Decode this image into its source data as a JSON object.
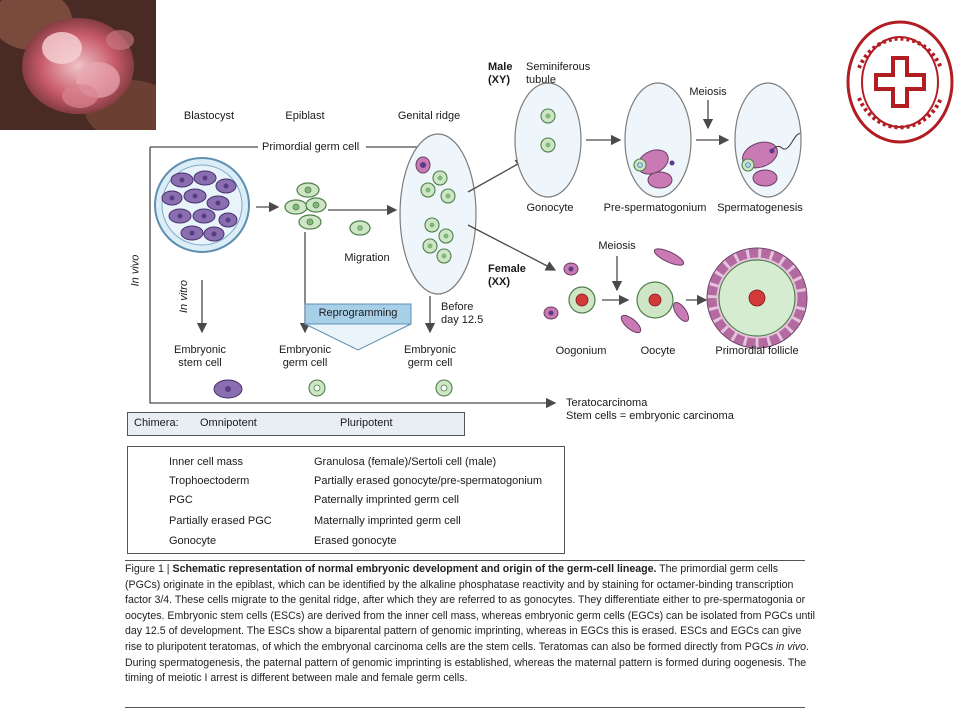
{
  "images": {
    "photo": "cancer-cell-micrograph",
    "logo": "hospital-seal-logo"
  },
  "stages": {
    "blastocyst": "Blastocyst",
    "epiblast": "Epiblast",
    "genital_ridge": "Genital ridge",
    "primordial_germ_cell": "Primordial germ cell",
    "migration": "Migration",
    "reprogramming": "Reprogramming",
    "before_day_line1": "Before",
    "before_day_line2": "day 12.5",
    "in_vivo": "In vivo",
    "in_vitro": "In vitro"
  },
  "stem_cells": {
    "esc_line1": "Embryonic",
    "esc_line2": "stem cell",
    "egc1_line1": "Embryonic",
    "egc1_line2": "germ cell",
    "egc2_line1": "Embryonic",
    "egc2_line2": "germ cell"
  },
  "male": {
    "label_line1": "Male",
    "label_line2": "(XY)",
    "tubule_line1": "Seminiferous",
    "tubule_line2": "tubule",
    "meiosis": "Meiosis",
    "gonocyte": "Gonocyte",
    "pre_spermatogonium": "Pre-spermatogonium",
    "spermatogenesis": "Spermatogenesis"
  },
  "female": {
    "label_line1": "Female",
    "label_line2": "(XX)",
    "meiosis": "Meiosis",
    "oogonium": "Oogonium",
    "oocyte": "Oocyte",
    "primordial_follicle": "Primordial follicle"
  },
  "teratocarcinoma": {
    "line1": "Teratocarcinoma",
    "line2": "Stem cells = embryonic carcinoma"
  },
  "chimera": {
    "label": "Chimera:",
    "omnipotent": "Omnipotent",
    "pluripotent": "Pluripotent"
  },
  "legend": {
    "inner_cell_mass": "Inner cell mass",
    "trophoectoderm": "Trophoectoderm",
    "pgc": "PGC",
    "partially_erased_pgc": "Partially erased PGC",
    "gonocyte": "Gonocyte",
    "granulosa": "Granulosa (female)/Sertoli cell (male)",
    "partially_erased_gonocyte": "Partially erased gonocyte/pre-spermatogonium",
    "paternally_imprinted": "Paternally imprinted germ cell",
    "maternally_imprinted": "Maternally imprinted germ cell",
    "erased_gonocyte": "Erased gonocyte"
  },
  "caption": {
    "figure_label": "Figure 1 | ",
    "title": "Schematic representation of normal embryonic development and origin of the germ-cell lineage.",
    "part1": " The primordial germ cells (PGCs) originate in the epiblast, which can be identified by the alkaline phosphatase reactivity and by staining for octamer-binding transcription factor 3/4. These cells migrate to the genital ridge, after which they are referred to as gonocytes. They differentiate either to pre-spermatogonia or oocytes. Embryonic stem cells (ESCs) are derived from the inner cell mass, whereas embryonic germ cells (EGCs) can be isolated from PGCs until day 12.5 of development. The ESCs show a biparental pattern of genomic imprinting, whereas in EGCs this is erased. ESCs and EGCs can give rise to pluripotent teratomas, of which the embryonal carcinoma cells are the stem cells. Teratomas can also be formed directly from PGCs ",
    "in_vivo": "in vivo",
    "part2": ". During spermatogenesis, the paternal pattern of genomic imprinting is established, whereas the maternal pattern is formed during oogenesis. The timing of meiotic I arrest is different between male and female germ cells."
  },
  "colors": {
    "purple_cell": "#8a6fb0",
    "purple_nucleus": "#5a3c86",
    "green_cell": "#cfe6c6",
    "green_nucleus": "#7fb87a",
    "red_nucleus": "#d23a3a",
    "blue_cell": "#a9d4ec",
    "pink_cell": "#c97ab4",
    "arrow": "#4a4a4a",
    "reprogramming_fill": "#a8cfe8"
  }
}
